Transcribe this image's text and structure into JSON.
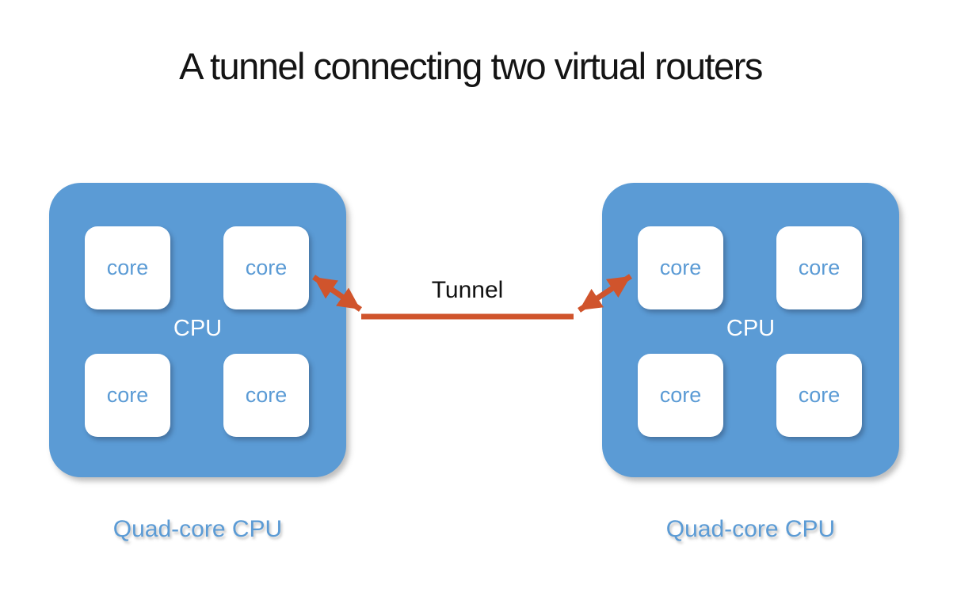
{
  "title": "A tunnel connecting two virtual routers",
  "colors": {
    "block_blue": "#5B9BD5",
    "core_text_blue": "#5B9BD5",
    "caption_blue": "#5B9BD5",
    "arrow_orange": "#D0542C",
    "title_black": "#141414"
  },
  "tunnel": {
    "label": "Tunnel"
  },
  "left_cpu": {
    "label": "CPU",
    "caption": "Quad-core CPU",
    "cores": [
      "core",
      "core",
      "core",
      "core"
    ]
  },
  "right_cpu": {
    "label": "CPU",
    "caption": "Quad-core CPU",
    "cores": [
      "core",
      "core",
      "core",
      "core"
    ]
  }
}
